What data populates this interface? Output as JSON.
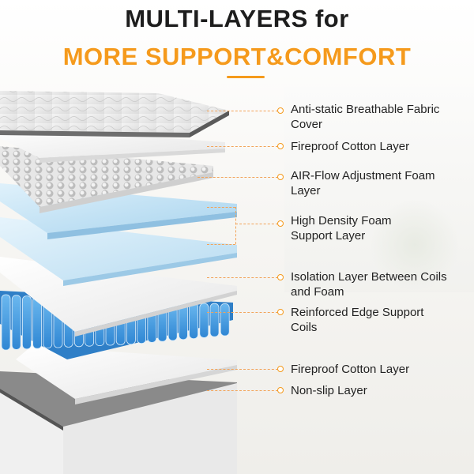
{
  "title": {
    "line1": "MULTI-LAYERS for",
    "line2": "MORE SUPPORT&COMFORT"
  },
  "colors": {
    "accent": "#f59a1c",
    "text": "#1d1d1d",
    "coil_blue": "#4aa3e8",
    "foam_blue": "#cbe6f6"
  },
  "layers": [
    {
      "label": "Anti-static Breathable Fabric\nCover"
    },
    {
      "label": "Fireproof Cotton Layer"
    },
    {
      "label": "AIR-Flow Adjustment Foam\nLayer"
    },
    {
      "label": "High Density Foam\nSupport Layer"
    },
    {
      "label": "Isolation Layer Between Coils\nand Foam"
    },
    {
      "label": "Reinforced Edge Support\nCoils"
    },
    {
      "label": "Fireproof Cotton Layer"
    },
    {
      "label": "Non-slip Layer"
    }
  ]
}
